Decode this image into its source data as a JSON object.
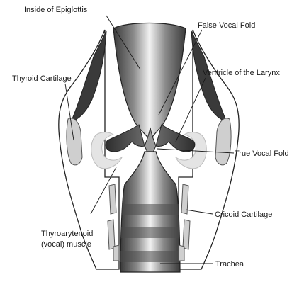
{
  "labels": {
    "inside_epiglottis": "Inside of Epiglottis",
    "false_vocal_fold": "False Vocal Fold",
    "thyroid_cartilage": "Thyroid Cartilage",
    "ventricle": "Ventricle of the Larynx",
    "true_vocal_fold": "True Vocal Fold",
    "cricoid_cartilage": "Cricoid Cartilage",
    "thyroarytenoid_line1": "Thyroarytenoid",
    "thyroarytenoid_line2": "(vocal) muscle",
    "trachea": "Trachea"
  }
}
